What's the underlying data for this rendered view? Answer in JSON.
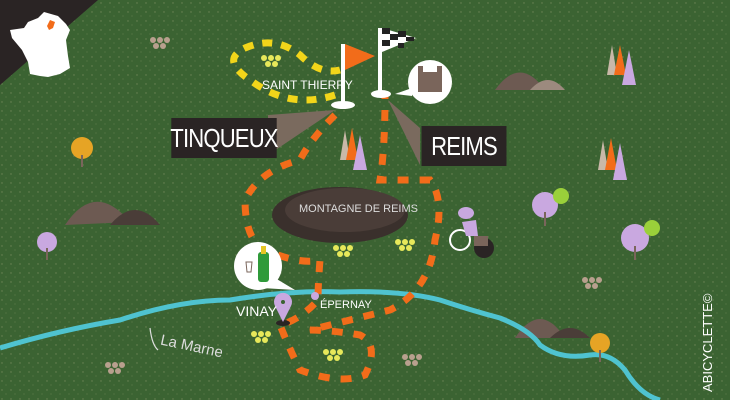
{
  "places": {
    "saint_thierry": "SAINT THIERRY",
    "tinqueux": "TINQUEUX",
    "reims": "REIMS",
    "montagne": "MONTAGNE DE REIMS",
    "vinay": "VINAY",
    "epernay": "ÉPERNAY",
    "river": "La Marne"
  },
  "credit": "ABICYCLETTE©",
  "colors": {
    "background": "#3b6332",
    "route_orange": "#f26c1a",
    "route_yellow": "#f2d51a",
    "river": "#4fc3d0",
    "label_box": "#2a2424"
  },
  "icons": [
    "france-map-icon",
    "start-flag-icon",
    "finish-flag-icon",
    "cathedral-icon",
    "champagne-icon",
    "cyclist-icon",
    "location-pin-icon",
    "tree-icon",
    "grape-icon",
    "hill-icon"
  ]
}
